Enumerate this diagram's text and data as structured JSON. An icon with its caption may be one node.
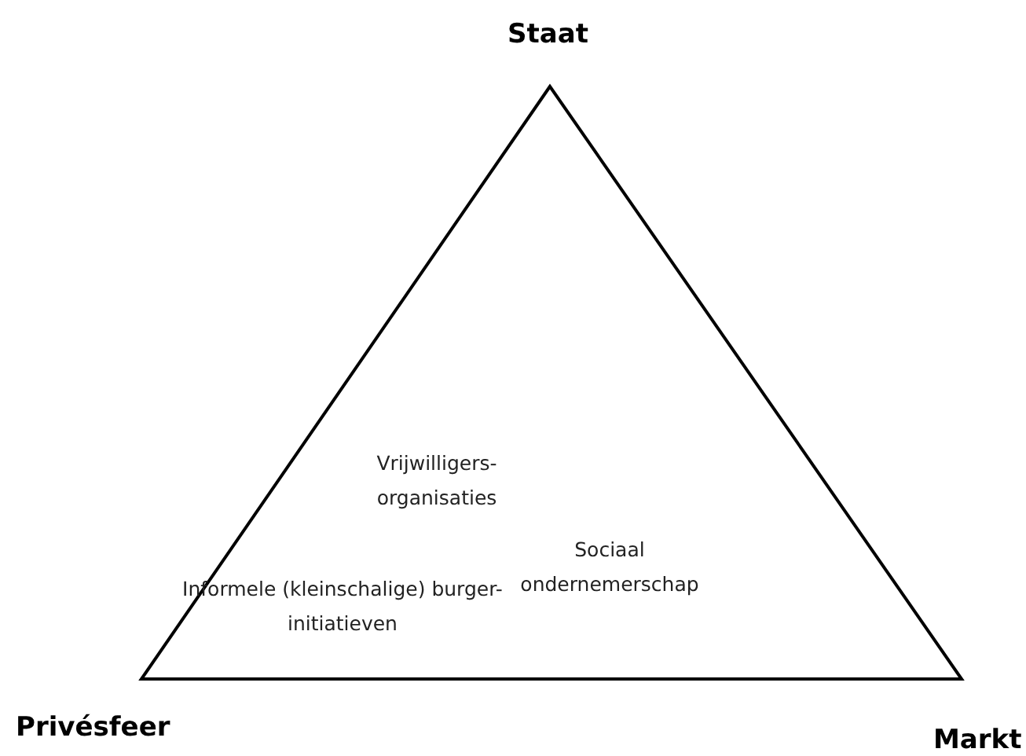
{
  "diagram": {
    "nodes": [
      {
        "text": [
          "Vrijwilligers- organisaties",
          "Informele (kleinschalige) burger- initiatieven",
          "Sociaal ondernemerschap"
        ]
      }
    ],
    "labels": [
      "Staat",
      "Privésfeer",
      "Markt"
    ]
  }
}
